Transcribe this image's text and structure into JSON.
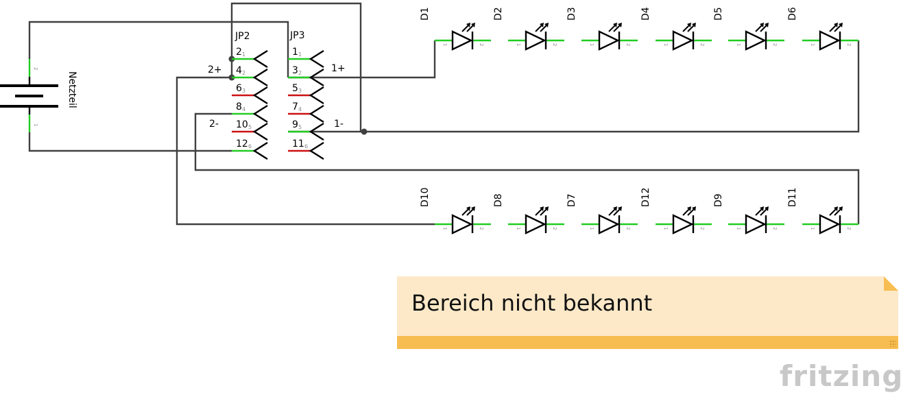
{
  "power_supply": {
    "label": "Netzteil",
    "pin_top": "2",
    "pin_bottom": "1"
  },
  "jp2": {
    "label": "JP2",
    "pins": [
      {
        "num": "2",
        "sub": "1",
        "color": "green"
      },
      {
        "num": "4",
        "sub": "2",
        "color": "green"
      },
      {
        "num": "6",
        "sub": "3",
        "color": "red"
      },
      {
        "num": "8",
        "sub": "4",
        "color": "green"
      },
      {
        "num": "10",
        "sub": "5",
        "color": "red"
      },
      {
        "num": "12",
        "sub": "6",
        "color": "green"
      }
    ]
  },
  "jp3": {
    "label": "JP3",
    "pins": [
      {
        "num": "1",
        "sub": "1",
        "color": "green"
      },
      {
        "num": "3",
        "sub": "2",
        "color": "green"
      },
      {
        "num": "5",
        "sub": "3",
        "color": "red"
      },
      {
        "num": "7",
        "sub": "4",
        "color": "red"
      },
      {
        "num": "9",
        "sub": "5",
        "color": "green"
      },
      {
        "num": "11",
        "sub": "6",
        "color": "red"
      }
    ]
  },
  "net_labels": {
    "two_plus": "2+",
    "two_minus": "2-",
    "one_plus": "1+",
    "one_minus": "1-"
  },
  "led_row_top": [
    "D1",
    "D2",
    "D3",
    "D4",
    "D5",
    "D6"
  ],
  "led_row_bottom": [
    "D10",
    "D8",
    "D7",
    "D12",
    "D9",
    "D11"
  ],
  "led_pin_labels": {
    "anode": "1",
    "cathode": "2"
  },
  "note": {
    "text": "Bereich nicht bekannt"
  },
  "logo": {
    "text": "fritzing"
  },
  "colors": {
    "wire": "#404040",
    "pin_connected": "#22cc22",
    "pin_unconnected": "#cc1111",
    "note_bg": "#fde9c8",
    "note_bar": "#f8bd52"
  }
}
